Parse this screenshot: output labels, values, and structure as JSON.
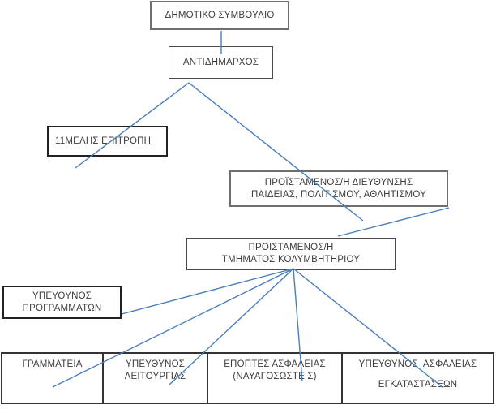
{
  "diagram": {
    "description": "Municipal swimming pool organisational chart",
    "colors": {
      "connector_line": "#4a7ebb",
      "box_border_dark": "#222222",
      "box_border_gray": "#6e6e6e",
      "text": "#3c3c3c",
      "background": "#ffffff"
    },
    "nodes": [
      {
        "id": "municipal-council",
        "label": "ΔΗΜΟΤΙΚΟ ΣΥΜΒΟΥΛΙΟ"
      },
      {
        "id": "deputy-mayor",
        "label": "ΑΝΤΙΔΗΜΑΡΧΟΣ"
      },
      {
        "id": "committee-11-members",
        "label": "11ΜΕΛΗΣ ΕΠΙΤΡΟΠΗ"
      },
      {
        "id": "head-directorate",
        "lines": [
          "ΠΡΟΪΣΤΑΜΕΝΟΣ/Η ΔΙΕΥΘΥΝΣΗΣ",
          "ΠΑΙΔΕΙΑΣ, ΠΟΛΙΤΙΣΜΟΥ, ΑΘΛΗΤΙΣΜΟΥ"
        ]
      },
      {
        "id": "head-pool-department",
        "lines": [
          "ΠΡΟΙΣΤΑΜΕΝΟΣ/Η",
          "ΤΜΗΜΑΤΟΣ ΚΟΛΥΜΒΗΤΗΡΙΟΥ"
        ]
      },
      {
        "id": "programs-manager",
        "lines": [
          "ΥΠΕΥΘΥΝΟΣ",
          "ΠΡΟΓΡΑΜΜΑΤΩΝ"
        ]
      },
      {
        "id": "secretariat",
        "label": "ΓΡΑΜΜΑΤΕΙΑ"
      },
      {
        "id": "operations-manager",
        "lines": [
          "ΥΠΕΥΘΥΝΟΣ",
          "ΛΕΙΤΟΥΡΓΙΑΣ"
        ]
      },
      {
        "id": "safety-supervisors",
        "lines": [
          "ΕΠΟΠΤΕΣ ΑΣΦΑΛΕΙΑΣ",
          "(ΝΑΥΑΓΟΣΩΣΤΕ Σ)"
        ]
      },
      {
        "id": "facility-safety-manager",
        "lines": [
          "ΥΠΕΥΘΥΝΟΣ  ΑΣΦΑΛΕΙΑΣ",
          "ΕΓΚΑΤΑΣΤΑΣΕΩΝ"
        ]
      }
    ],
    "edges": [
      {
        "from": "ΔΗΜΟΤΙΚΟ ΣΥΜΒΟΥΛΙΟ",
        "to": "ΑΝΤΙΔΗΜΑΡΧΟΣ"
      },
      {
        "from": "ΑΝΤΙΔΗΜΑΡΧΟΣ",
        "to": "11ΜΕΛΗΣ ΕΠΙΤΡΟΠΗ"
      },
      {
        "from": "ΑΝΤΙΔΗΜΑΡΧΟΣ",
        "to": "ΠΡΟΙΣΤΑΜΕΝΟΣ/Η ΤΜΗΜΑΤΟΣ ΚΟΛΥΜΒΗΤΗΡΙΟΥ"
      },
      {
        "from": "ΠΡΟΪΣΤΑΜΕΝΟΣ/Η ΔΙΕΥΘΥΝΣΗΣ ΠΑΙΔΕΙΑΣ, ΠΟΛΙΤΙΣΜΟΥ, ΑΘΛΗΤΙΣΜΟΥ",
        "to": "ΠΡΟΙΣΤΑΜΕΝΟΣ/Η ΤΜΗΜΑΤΟΣ ΚΟΛΥΜΒΗΤΗΡΙΟΥ"
      },
      {
        "from": "ΠΡΟΙΣΤΑΜΕΝΟΣ/Η ΤΜΗΜΑΤΟΣ ΚΟΛΥΜΒΗΤΗΡΙΟΥ",
        "to": "ΥΠΕΥΘΥΝΟΣ ΠΡΟΓΡΑΜΜΑΤΩΝ"
      },
      {
        "from": "ΠΡΟΙΣΤΑΜΕΝΟΣ/Η ΤΜΗΜΑΤΟΣ ΚΟΛΥΜΒΗΤΗΡΙΟΥ",
        "to": "ΓΡΑΜΜΑΤΕΙΑ"
      },
      {
        "from": "ΠΡΟΙΣΤΑΜΕΝΟΣ/Η ΤΜΗΜΑΤΟΣ ΚΟΛΥΜΒΗΤΗΡΙΟΥ",
        "to": "ΥΠΕΥΘΥΝΟΣ ΛΕΙΤΟΥΡΓΙΑΣ"
      },
      {
        "from": "ΠΡΟΙΣΤΑΜΕΝΟΣ/Η ΤΜΗΜΑΤΟΣ ΚΟΛΥΜΒΗΤΗΡΙΟΥ",
        "to": "ΕΠΟΠΤΕΣ ΑΣΦΑΛΕΙΑΣ (ΝΑΥΑΓΟΣΩΣΤΕ Σ)"
      },
      {
        "from": "ΠΡΟΙΣΤΑΜΕΝΟΣ/Η ΤΜΗΜΑΤΟΣ ΚΟΛΥΜΒΗΤΗΡΙΟΥ",
        "to": "ΥΠΕΥΘΥΝΟΣ ΑΣΦΑΛΕΙΑΣ ΕΓΚΑΤΑΣΤΑΣΕΩΝ"
      }
    ]
  }
}
